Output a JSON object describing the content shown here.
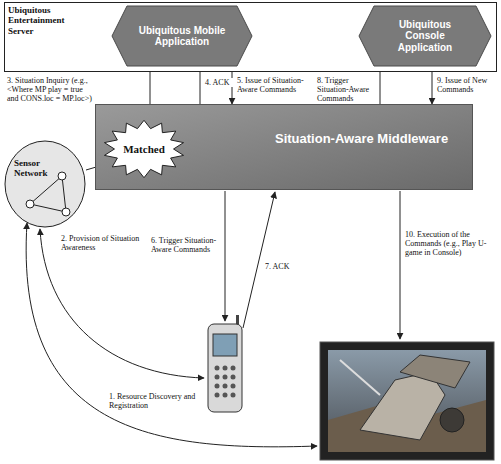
{
  "diagram": {
    "nodes": [
      {
        "text": [
          "Ubiquitous Entertainment Server"
        ]
      },
      {
        "text": [
          "Ubiquitous Mobile Application"
        ],
        "in": 0
      },
      {
        "text": [
          "Ubiquitous Console Application"
        ],
        "in": 0
      },
      {
        "text": [
          "Sensor Network"
        ]
      },
      {
        "text": [
          "Situation-Aware Middleware"
        ]
      },
      {
        "text": [
          "Matched"
        ],
        "in": 4
      }
    ],
    "edges": [
      {
        "from": 3,
        "to": 5,
        "label": "2. Provision of Situation Awareness",
        "arrow": "to"
      },
      {
        "from": 1,
        "to": 5,
        "label": "3. Situation Inquiry (e.g., <Where MP play = true and CONS.loc = MP.loc>)",
        "arrow": "to"
      },
      {
        "from": 5,
        "to": 1,
        "label": "4. ACK",
        "arrow": "to"
      },
      {
        "from": 1,
        "to": 4,
        "label": "5. Issue of Situation-Aware Commands",
        "arrow": "to"
      },
      {
        "from": 4,
        "to": 2,
        "label": "8. Trigger Situation-Aware Commands",
        "arrow": "to"
      },
      {
        "from": 2,
        "to": 4,
        "label": "9. Issue of New Commands",
        "arrow": "to"
      },
      {
        "from": 1,
        "to": 2,
        "arrow": "none"
      }
    ],
    "labels": [
      "1. Resource Discovery and Registration",
      "6. Trigger Situation-Aware Commands",
      "7. ACK",
      "10. Execution of the Commands (e.g., Play U-game in Console)"
    ]
  }
}
